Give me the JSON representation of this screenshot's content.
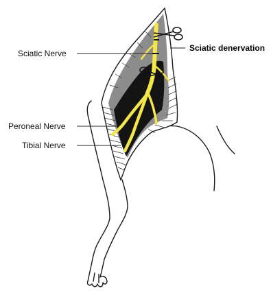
{
  "labels": {
    "sciatic_nerve": "Sciatic Nerve",
    "sciatic_denervation": "Sciatic denervation",
    "peroneal_nerve": "Peroneal Nerve",
    "tibial_nerve": "Tibial Nerve"
  },
  "colors": {
    "nerve": "#f4e64a",
    "muscle_dark": "#141414",
    "muscle_grey": "#8c8c8c",
    "outline": "#1a1a1a"
  },
  "icons": [
    "scissors-icon",
    "scissors-icon"
  ]
}
